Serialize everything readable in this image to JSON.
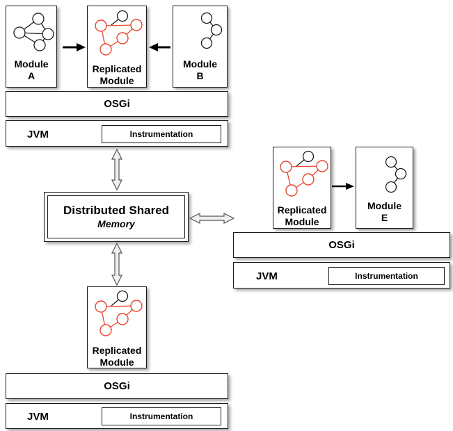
{
  "node1": {
    "modules": {
      "a": "Module\nA",
      "replicated": "Replicated\nModule",
      "b": "Module\nB"
    },
    "osgi": "OSGi",
    "jvm": "JVM",
    "instrumentation": "Instrumentation"
  },
  "dsm": {
    "title": "Distributed Shared",
    "subtitle": "Memory"
  },
  "node2": {
    "modules": {
      "replicated": "Replicated\nModule",
      "e": "Module\nE"
    },
    "osgi": "OSGi",
    "jvm": "JVM",
    "instrumentation": "Instrumentation"
  },
  "node3": {
    "modules": {
      "replicated": "Replicated\nModule"
    },
    "osgi": "OSGi",
    "jvm": "JVM",
    "instrumentation": "Instrumentation"
  },
  "colors": {
    "replicated": "#e8452c",
    "stroke": "#1a1a1a"
  }
}
